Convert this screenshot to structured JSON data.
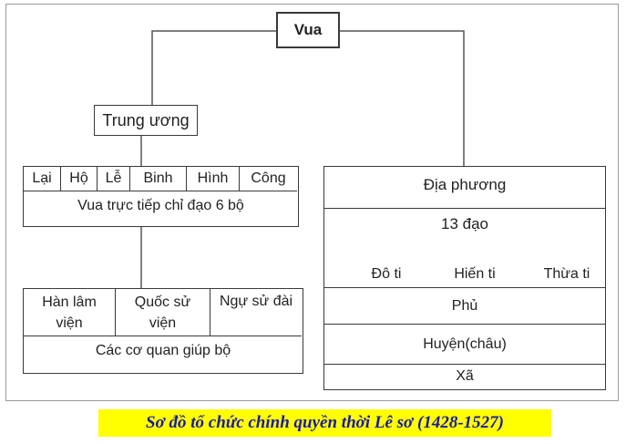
{
  "king": "Vua",
  "central": {
    "title": "Trung ương",
    "ministries": [
      "Lại",
      "Hộ",
      "Lễ",
      "Binh",
      "Hình",
      "Công"
    ],
    "ministries_note": "Vua trực tiếp chỉ đạo 6 bộ",
    "agencies": [
      "Hàn lâm viện",
      "Quốc sử viện",
      "Ngự sử đài"
    ],
    "agencies_note": "Các cơ quan giúp bộ"
  },
  "local": {
    "title": "Địa phương",
    "circuits": "13 đạo",
    "offices": [
      "Đô ti",
      "Hiến ti",
      "Thừa ti"
    ],
    "levels": [
      "Phủ",
      "Huyện(châu)",
      "Xã"
    ]
  },
  "caption": "Sơ đồ tổ chức chính quyền thời Lê sơ (1428-1527)"
}
